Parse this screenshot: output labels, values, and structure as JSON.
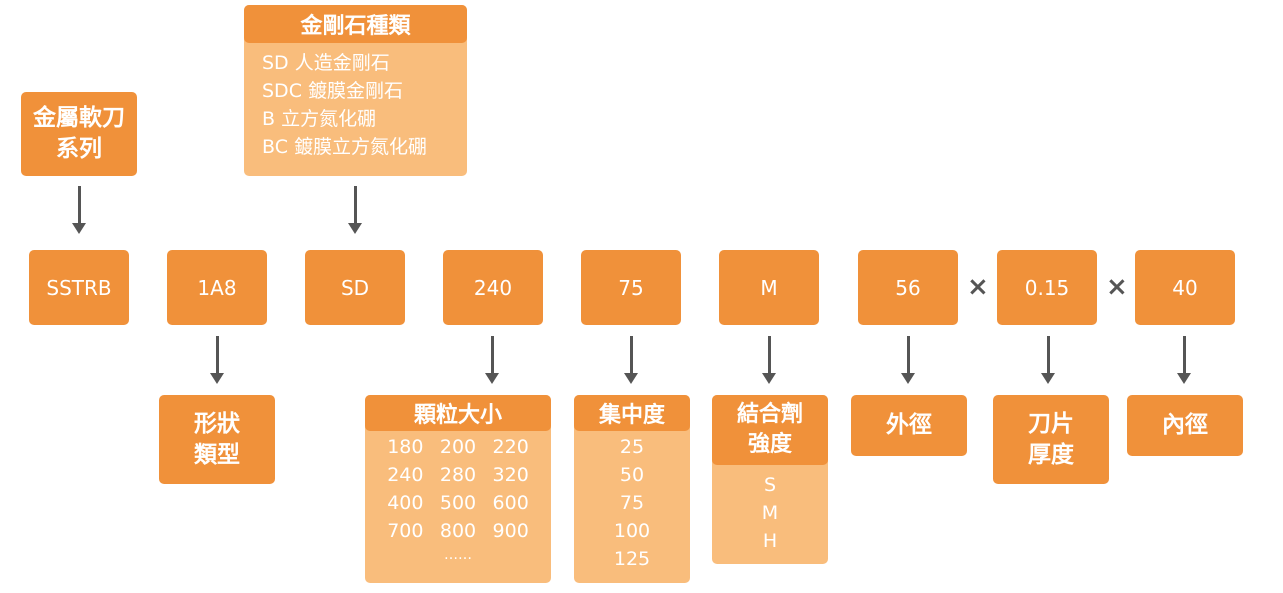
{
  "series_label": [
    "金屬軟刀",
    "系列"
  ],
  "diamond_type": {
    "title": "金剛石種類",
    "items": [
      "SD 人造金剛石",
      "SDC 鍍膜金剛石",
      "B 立方氮化硼",
      "BC 鍍膜立方氮化硼"
    ]
  },
  "codes": [
    "SSTRB",
    "1A8",
    "SD",
    "240",
    "75",
    "M",
    "56",
    "0.15",
    "40"
  ],
  "separator": "×",
  "shape_label": [
    "形狀",
    "類型"
  ],
  "grit": {
    "title": "顆粒大小",
    "values": [
      "180",
      "200",
      "220",
      "240",
      "280",
      "320",
      "400",
      "500",
      "600",
      "700",
      "800",
      "900"
    ],
    "more": "……"
  },
  "concentration": {
    "title": "集中度",
    "values": [
      "25",
      "50",
      "75",
      "100",
      "125"
    ]
  },
  "bond": {
    "title": [
      "結合劑",
      "強度"
    ],
    "values": [
      "S",
      "M",
      "H"
    ]
  },
  "outer_diameter_label": "外徑",
  "thickness_label": [
    "刀片",
    "厚度"
  ],
  "inner_diameter_label": "內徑",
  "colors": {
    "primary": "#F0913A",
    "light": "#F9BD7C",
    "arrow": "#555555"
  }
}
